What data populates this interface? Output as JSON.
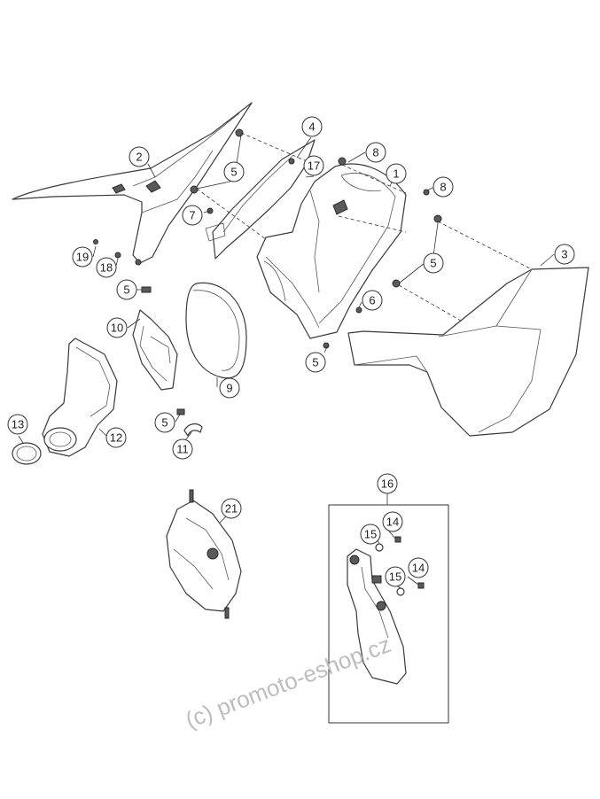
{
  "callouts": {
    "c1": "1",
    "c2": "2",
    "c3": "3",
    "c4": "4",
    "c5a": "5",
    "c5b": "5",
    "c5c": "5",
    "c5d": "5",
    "c5e": "5",
    "c6": "6",
    "c7": "7",
    "c8a": "8",
    "c8b": "8",
    "c9": "9",
    "c10": "10",
    "c11": "11",
    "c12": "12",
    "c13": "13",
    "c14a": "14",
    "c14b": "14",
    "c15a": "15",
    "c15b": "15",
    "c16": "16",
    "c17": "17",
    "c18": "18",
    "c19": "19",
    "c21": "21"
  },
  "watermark": "(c) promoto-eshop.cz"
}
